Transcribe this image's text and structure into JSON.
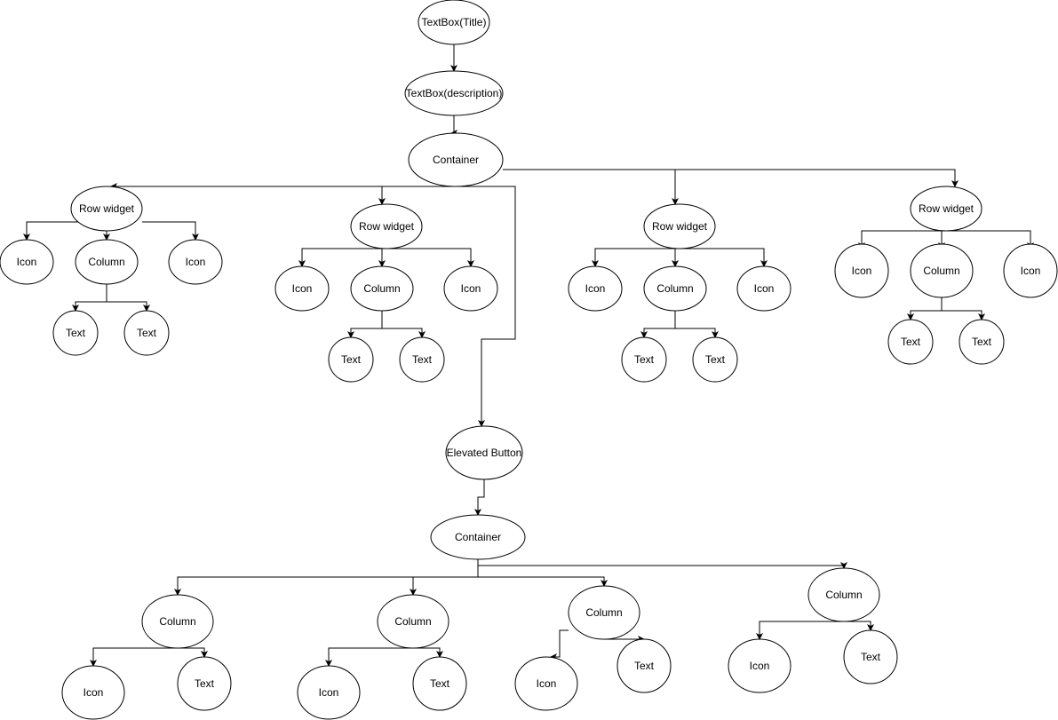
{
  "diagram": {
    "type": "widget-tree",
    "nodes": [
      {
        "id": "title",
        "label": "TextBox(Title)"
      },
      {
        "id": "description",
        "label": "TextBox(description)"
      },
      {
        "id": "container_main",
        "label": "Container"
      },
      {
        "id": "row1",
        "label": "Row widget"
      },
      {
        "id": "row1_icon_left",
        "label": "Icon"
      },
      {
        "id": "row1_column",
        "label": "Column"
      },
      {
        "id": "row1_icon_right",
        "label": "Icon"
      },
      {
        "id": "row1_text_1",
        "label": "Text"
      },
      {
        "id": "row1_text_2",
        "label": "Text"
      },
      {
        "id": "row2",
        "label": "Row widget"
      },
      {
        "id": "row2_icon_left",
        "label": "Icon"
      },
      {
        "id": "row2_column",
        "label": "Column"
      },
      {
        "id": "row2_icon_right",
        "label": "Icon"
      },
      {
        "id": "row2_text_1",
        "label": "Text"
      },
      {
        "id": "row2_text_2",
        "label": "Text"
      },
      {
        "id": "row3",
        "label": "Row widget"
      },
      {
        "id": "row3_icon_left",
        "label": "Icon"
      },
      {
        "id": "row3_column",
        "label": "Column"
      },
      {
        "id": "row3_icon_right",
        "label": "Icon"
      },
      {
        "id": "row3_text_1",
        "label": "Text"
      },
      {
        "id": "row3_text_2",
        "label": "Text"
      },
      {
        "id": "row4",
        "label": "Row widget"
      },
      {
        "id": "row4_icon_left",
        "label": "Icon"
      },
      {
        "id": "row4_column",
        "label": "Column"
      },
      {
        "id": "row4_icon_right",
        "label": "Icon"
      },
      {
        "id": "row4_text_1",
        "label": "Text"
      },
      {
        "id": "row4_text_2",
        "label": "Text"
      },
      {
        "id": "elevated_button",
        "label": "Elevated Button"
      },
      {
        "id": "container_bottom",
        "label": "Container"
      },
      {
        "id": "bcol1",
        "label": "Column"
      },
      {
        "id": "bcol1_icon",
        "label": "Icon"
      },
      {
        "id": "bcol1_text",
        "label": "Text"
      },
      {
        "id": "bcol2",
        "label": "Column"
      },
      {
        "id": "bcol2_icon",
        "label": "Icon"
      },
      {
        "id": "bcol2_text",
        "label": "Text"
      },
      {
        "id": "bcol3",
        "label": "Column"
      },
      {
        "id": "bcol3_icon",
        "label": "Icon"
      },
      {
        "id": "bcol3_text",
        "label": "Text"
      },
      {
        "id": "bcol4",
        "label": "Column"
      },
      {
        "id": "bcol4_icon",
        "label": "Icon"
      },
      {
        "id": "bcol4_text",
        "label": "Text"
      }
    ],
    "edges": [
      {
        "from": "title",
        "to": "description"
      },
      {
        "from": "description",
        "to": "container_main"
      },
      {
        "from": "container_main",
        "to": "row1"
      },
      {
        "from": "container_main",
        "to": "row2"
      },
      {
        "from": "container_main",
        "to": "row3"
      },
      {
        "from": "container_main",
        "to": "row4"
      },
      {
        "from": "container_main",
        "to": "elevated_button"
      },
      {
        "from": "row1",
        "to": "row1_icon_left"
      },
      {
        "from": "row1",
        "to": "row1_column"
      },
      {
        "from": "row1",
        "to": "row1_icon_right"
      },
      {
        "from": "row1_column",
        "to": "row1_text_1"
      },
      {
        "from": "row1_column",
        "to": "row1_text_2"
      },
      {
        "from": "row2",
        "to": "row2_icon_left"
      },
      {
        "from": "row2",
        "to": "row2_column"
      },
      {
        "from": "row2",
        "to": "row2_icon_right"
      },
      {
        "from": "row2_column",
        "to": "row2_text_1"
      },
      {
        "from": "row2_column",
        "to": "row2_text_2"
      },
      {
        "from": "row3",
        "to": "row3_icon_left"
      },
      {
        "from": "row3",
        "to": "row3_column"
      },
      {
        "from": "row3",
        "to": "row3_icon_right"
      },
      {
        "from": "row3_column",
        "to": "row3_text_1"
      },
      {
        "from": "row3_column",
        "to": "row3_text_2"
      },
      {
        "from": "row4",
        "to": "row4_icon_left"
      },
      {
        "from": "row4",
        "to": "row4_column"
      },
      {
        "from": "row4",
        "to": "row4_icon_right"
      },
      {
        "from": "row4_column",
        "to": "row4_text_1"
      },
      {
        "from": "row4_column",
        "to": "row4_text_2"
      },
      {
        "from": "elevated_button",
        "to": "container_bottom"
      },
      {
        "from": "container_bottom",
        "to": "bcol1"
      },
      {
        "from": "container_bottom",
        "to": "bcol2"
      },
      {
        "from": "container_bottom",
        "to": "bcol3"
      },
      {
        "from": "container_bottom",
        "to": "bcol4"
      },
      {
        "from": "bcol1",
        "to": "bcol1_icon"
      },
      {
        "from": "bcol1",
        "to": "bcol1_text"
      },
      {
        "from": "bcol2",
        "to": "bcol2_icon"
      },
      {
        "from": "bcol2",
        "to": "bcol2_text"
      },
      {
        "from": "bcol3",
        "to": "bcol3_icon"
      },
      {
        "from": "bcol3",
        "to": "bcol3_text"
      },
      {
        "from": "bcol4",
        "to": "bcol4_icon"
      },
      {
        "from": "bcol4",
        "to": "bcol4_text"
      }
    ]
  }
}
